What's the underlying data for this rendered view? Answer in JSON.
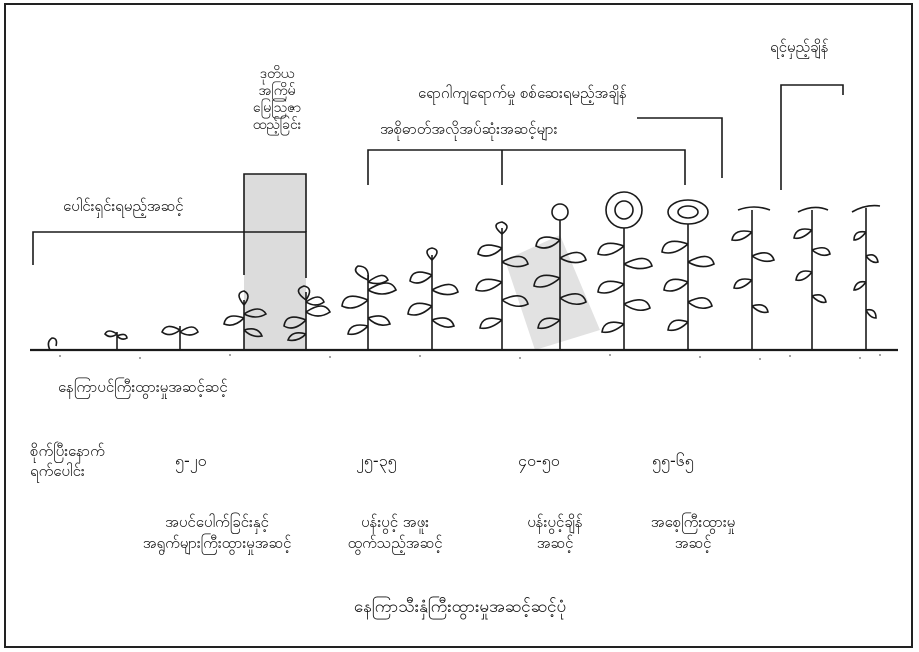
{
  "phases": {
    "weeding": "ပေါင်းရှင်းရမည့်အဆင့်",
    "second_fertilizer": [
      "ဒုတိယ",
      "အကြိမ်",
      "မြေဩဇာ",
      "ထည့်ခြင်း"
    ],
    "pest_inspection": "ရောဂါကျရောက်မှု စစ်ဆေးရမည့်အချိန်",
    "critical_water": "အစိုဓာတ်အလိုအပ်ဆုံးအဆင့်များ",
    "harvest": "ရင့်မှည့်ချိန်"
  },
  "growth_stages_label": "နေကြာပင်ကြီးထွားမှုအဆင့်ဆင့်",
  "days_after_sowing_label": [
    "စိုက်ပြီးနောက်",
    "ရက်ပေါင်း"
  ],
  "day_ranges": [
    "၅-၂၀",
    "၂၅-၃၅",
    "၄၀-၅၀",
    "၅၅-၆၅"
  ],
  "stage_descriptions": [
    [
      "အပင်ပေါက်ခြင်းနှင့်",
      "အရွက်များကြီးထွားမှုအဆင့်"
    ],
    [
      "ပန်းပွင့် အဖူး",
      "ထွက်သည့်အဆင့်"
    ],
    [
      "ပန်းပွင့်ချိန်",
      "အဆင့်"
    ],
    [
      "အစေ့ကြီးထွားမှု",
      "အဆင့်"
    ]
  ],
  "title": "နေကြာသီးနှံကြီးထွားမှုအဆင့်ဆင့်ပုံ",
  "colors": {
    "ink": "#1a1a1a",
    "shade": "#d8d8d8",
    "frame": "#222222"
  }
}
